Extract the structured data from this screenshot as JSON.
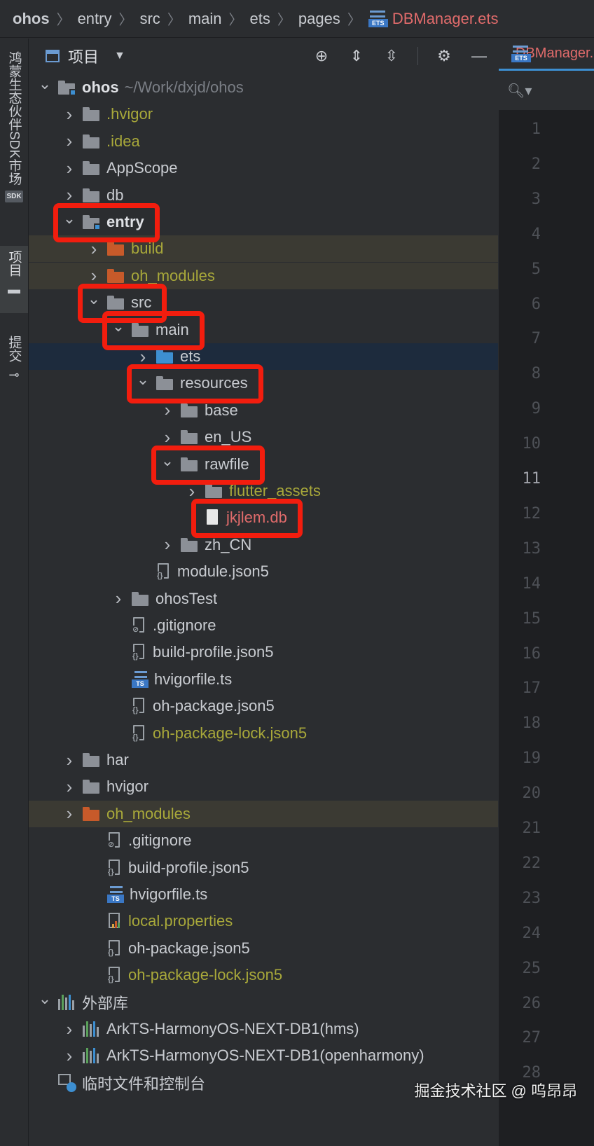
{
  "breadcrumb": [
    "ohos",
    "entry",
    "src",
    "main",
    "ets",
    "pages",
    "DBManager.ets"
  ],
  "sidebar": {
    "tabs": [
      {
        "label": "鸿蒙生态伙伴SDK市场",
        "badge": "SDK"
      },
      {
        "label": "项目"
      },
      {
        "label": "提交"
      }
    ]
  },
  "panel": {
    "title": "项目",
    "tools": [
      "locate-icon",
      "expand-all-icon",
      "collapse-all-icon",
      "gear-icon",
      "minimize-icon"
    ]
  },
  "tree": [
    {
      "label": "ohos",
      "path": "~/Work/dxjd/ohos",
      "depth": 0,
      "chevron": "open",
      "icon": "module",
      "style": "bold"
    },
    {
      "label": ".hvigor",
      "depth": 1,
      "chevron": "closed",
      "icon": "folder",
      "style": "ignored"
    },
    {
      "label": ".idea",
      "depth": 1,
      "chevron": "closed",
      "icon": "folder",
      "style": "ignored"
    },
    {
      "label": "AppScope",
      "depth": 1,
      "chevron": "closed",
      "icon": "folder",
      "style": "normal"
    },
    {
      "label": "db",
      "depth": 1,
      "chevron": "closed",
      "icon": "folder",
      "style": "normal"
    },
    {
      "label": "entry",
      "depth": 1,
      "chevron": "open",
      "icon": "module",
      "style": "bold"
    },
    {
      "label": "build",
      "depth": 2,
      "chevron": "closed",
      "icon": "folder-orange",
      "style": "ignored",
      "row": "excl"
    },
    {
      "label": "oh_modules",
      "depth": 2,
      "chevron": "closed",
      "icon": "folder-orange",
      "style": "ignored",
      "row": "excl"
    },
    {
      "label": "src",
      "depth": 2,
      "chevron": "open",
      "icon": "folder",
      "style": "normal"
    },
    {
      "label": "main",
      "depth": 3,
      "chevron": "open",
      "icon": "folder",
      "style": "normal"
    },
    {
      "label": "ets",
      "depth": 4,
      "chevron": "closed",
      "icon": "folder-blue",
      "style": "normal",
      "row": "sel"
    },
    {
      "label": "resources",
      "depth": 4,
      "chevron": "open",
      "icon": "folder",
      "style": "normal"
    },
    {
      "label": "base",
      "depth": 5,
      "chevron": "closed",
      "icon": "folder",
      "style": "normal"
    },
    {
      "label": "en_US",
      "depth": 5,
      "chevron": "closed",
      "icon": "folder",
      "style": "normal"
    },
    {
      "label": "rawfile",
      "depth": 5,
      "chevron": "open",
      "icon": "folder",
      "style": "normal"
    },
    {
      "label": "flutter_assets",
      "depth": 6,
      "chevron": "closed",
      "icon": "folder",
      "style": "ignored"
    },
    {
      "label": "jkjlem.db",
      "depth": 6,
      "chevron": "none",
      "icon": "file-white",
      "style": "red"
    },
    {
      "label": "zh_CN",
      "depth": 5,
      "chevron": "closed",
      "icon": "folder",
      "style": "normal"
    },
    {
      "label": "module.json5",
      "depth": 4,
      "chevron": "none",
      "icon": "json",
      "style": "normal"
    },
    {
      "label": "ohosTest",
      "depth": 3,
      "chevron": "closed",
      "icon": "folder",
      "style": "normal"
    },
    {
      "label": ".gitignore",
      "depth": 3,
      "chevron": "none",
      "icon": "gitignore",
      "style": "normal"
    },
    {
      "label": "build-profile.json5",
      "depth": 3,
      "chevron": "none",
      "icon": "json",
      "style": "normal"
    },
    {
      "label": "hvigorfile.ts",
      "depth": 3,
      "chevron": "none",
      "icon": "ts",
      "style": "normal"
    },
    {
      "label": "oh-package.json5",
      "depth": 3,
      "chevron": "none",
      "icon": "json",
      "style": "normal"
    },
    {
      "label": "oh-package-lock.json5",
      "depth": 3,
      "chevron": "none",
      "icon": "json",
      "style": "ignored"
    },
    {
      "label": "har",
      "depth": 1,
      "chevron": "closed",
      "icon": "folder",
      "style": "normal"
    },
    {
      "label": "hvigor",
      "depth": 1,
      "chevron": "closed",
      "icon": "folder",
      "style": "normal"
    },
    {
      "label": "oh_modules",
      "depth": 1,
      "chevron": "closed",
      "icon": "folder-orange",
      "style": "ignored",
      "row": "excl"
    },
    {
      "label": ".gitignore",
      "depth": 2,
      "chevron": "none",
      "icon": "gitignore",
      "style": "normal"
    },
    {
      "label": "build-profile.json5",
      "depth": 2,
      "chevron": "none",
      "icon": "json",
      "style": "normal"
    },
    {
      "label": "hvigorfile.ts",
      "depth": 2,
      "chevron": "none",
      "icon": "ts",
      "style": "normal"
    },
    {
      "label": "local.properties",
      "depth": 2,
      "chevron": "none",
      "icon": "properties",
      "style": "ignored"
    },
    {
      "label": "oh-package.json5",
      "depth": 2,
      "chevron": "none",
      "icon": "json",
      "style": "normal"
    },
    {
      "label": "oh-package-lock.json5",
      "depth": 2,
      "chevron": "none",
      "icon": "json",
      "style": "ignored"
    },
    {
      "label": "外部库",
      "depth": 0,
      "chevron": "open",
      "icon": "library",
      "style": "normal"
    },
    {
      "label": "ArkTS-HarmonyOS-NEXT-DB1(hms)",
      "depth": 1,
      "chevron": "closed",
      "icon": "library",
      "style": "normal"
    },
    {
      "label": "ArkTS-HarmonyOS-NEXT-DB1(openharmony)",
      "depth": 1,
      "chevron": "closed",
      "icon": "library",
      "style": "normal"
    },
    {
      "label": "临时文件和控制台",
      "depth": 0,
      "chevron": "none",
      "icon": "scratch",
      "style": "normal"
    }
  ],
  "highlighted": [
    "entry",
    "src",
    "main",
    "resources",
    "rawfile",
    "jkjlem.db"
  ],
  "editor": {
    "tab_label": "DBManager.ets",
    "current_line": 11,
    "line_numbers": [
      1,
      2,
      3,
      4,
      5,
      6,
      7,
      8,
      9,
      10,
      11,
      12,
      13,
      14,
      15,
      16,
      17,
      18,
      19,
      20,
      21,
      22,
      23,
      24,
      25,
      26,
      27,
      28
    ]
  },
  "watermark": "掘金技术社区 @ 呜昂昂",
  "colors": {
    "highlight": "#f21d0e",
    "selected_row": "#1d2b3d",
    "ignored_text": "#a8a83a",
    "error_text": "#e06b6b"
  }
}
